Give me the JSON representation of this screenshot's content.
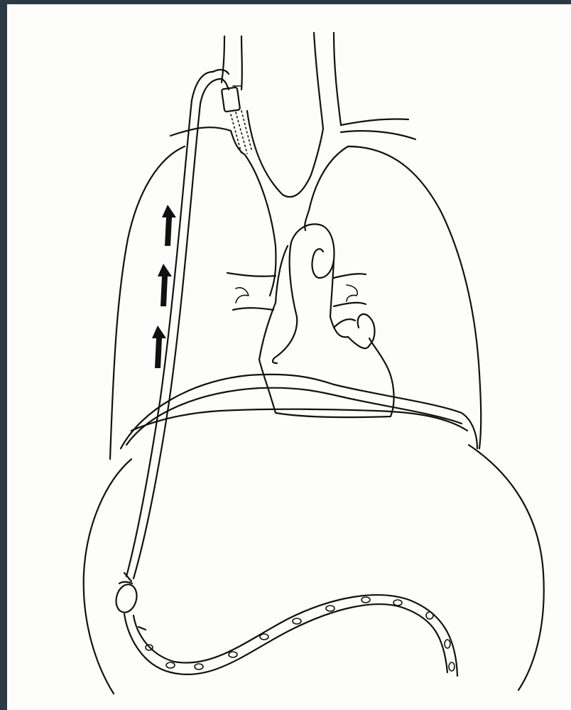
{
  "figure": {
    "background_color": "#fdfdfb",
    "frame_color": "#2b3a44",
    "line_color": "#111111",
    "parts": [
      "neck-vessels",
      "aortic-arch",
      "right-lung",
      "left-lung",
      "heart",
      "pulmonary-vessels",
      "diaphragm",
      "abdomen",
      "catheter",
      "shunt-valve",
      "peritoneal-tube",
      "flow-arrows"
    ],
    "flow_arrow_count": 3,
    "flow_direction": "up"
  }
}
